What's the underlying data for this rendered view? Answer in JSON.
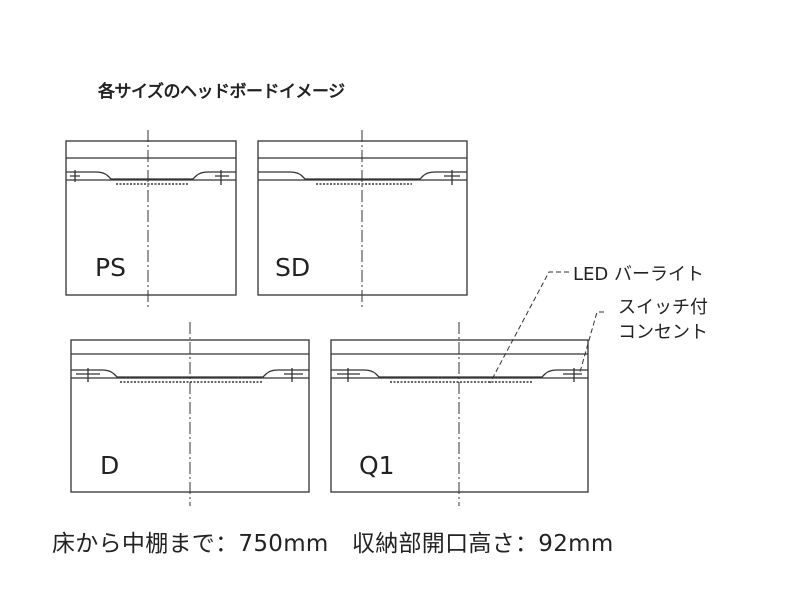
{
  "title": "各サイズのヘッドボードイメージ",
  "boards": [
    {
      "id": "ps",
      "label": "PS"
    },
    {
      "id": "sd",
      "label": "SD"
    },
    {
      "id": "d",
      "label": "D"
    },
    {
      "id": "q1",
      "label": "Q1"
    }
  ],
  "callouts": {
    "led": "LED バーライト",
    "outlet_line1": "スイッチ付",
    "outlet_line2": "コンセント"
  },
  "footer": "床から中棚まで：750mm　収納部開口高さ：92mm",
  "colors": {
    "line": "#333333",
    "text": "#222222",
    "background": "#ffffff"
  }
}
